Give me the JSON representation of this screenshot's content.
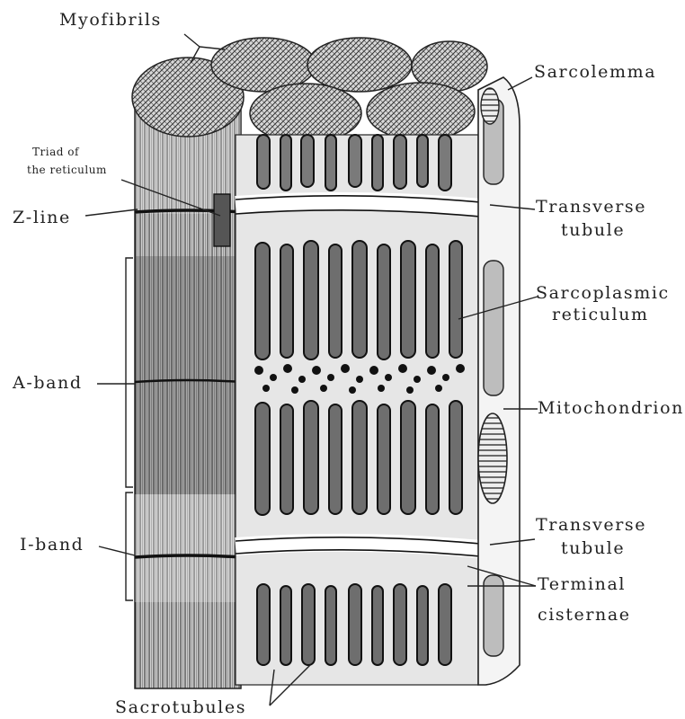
{
  "figure": {
    "labels": {
      "myofibrils": "Myofibrils",
      "sarcolemma": "Sarcolemma",
      "triad_line1": "Triad of",
      "triad_line2": "the reticulum",
      "z_line": "Z-line",
      "transverse_tubule_top_1": "Transverse",
      "transverse_tubule_top_2": "tubule",
      "sarcoplasmic_1": "Sarcoplasmic",
      "sarcoplasmic_2": "reticulum",
      "a_band": "A-band",
      "mitochondrion": "Mitochondrion",
      "transverse_tubule_bottom_1": "Transverse",
      "transverse_tubule_bottom_2": "tubule",
      "i_band": "I-band",
      "terminal_1": "Terminal",
      "terminal_2": "cisternae",
      "sacrotubules": "Sacrotubules"
    },
    "colors": {
      "ink": "#222222",
      "paper": "#ffffff",
      "shading": "#9a9a9a",
      "light_fill": "#e6e6e6"
    }
  }
}
